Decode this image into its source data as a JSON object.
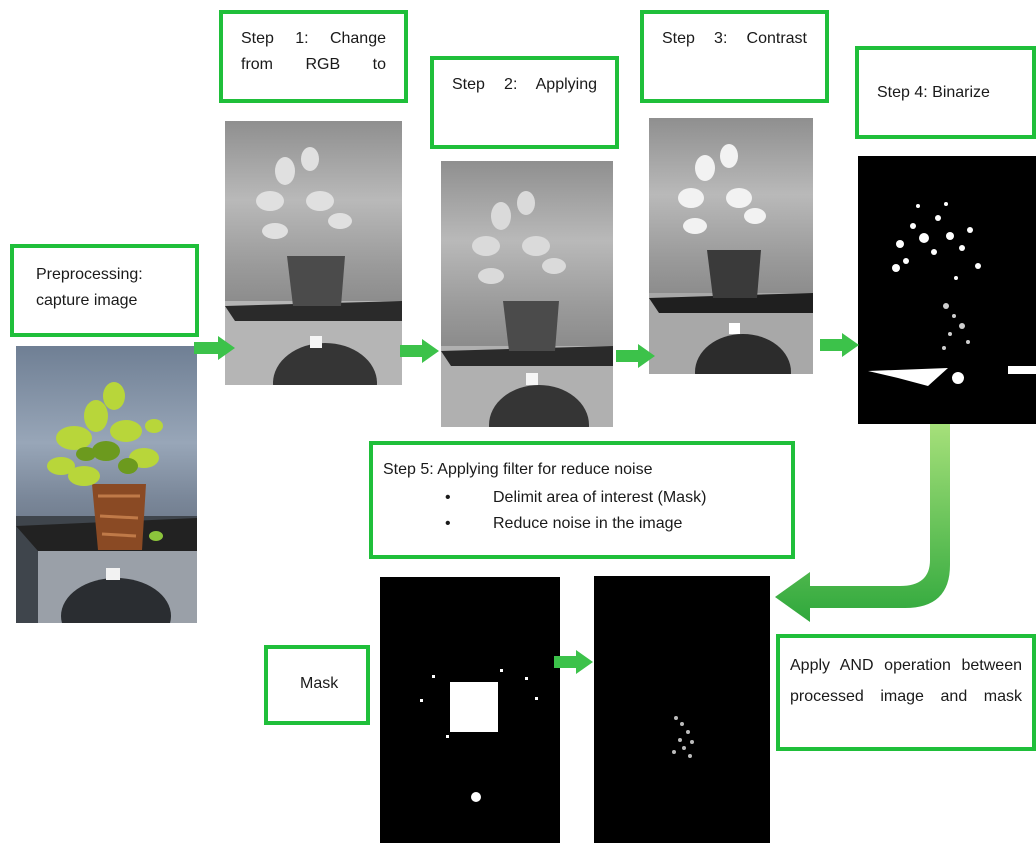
{
  "preprocessing": {
    "label": "Preprocessing: capture image"
  },
  "step1": {
    "label": "Step 1: Change from RGB to"
  },
  "step2": {
    "label": "Step 2: Applying"
  },
  "step3": {
    "label": "Step 3: Contrast"
  },
  "step4": {
    "label": "Step 4: Binarize"
  },
  "step5": {
    "title": "Step 5: Applying filter for reduce noise",
    "items": [
      "Delimit area of interest (Mask)",
      "Reduce noise in the image"
    ]
  },
  "mask": {
    "label": "Mask"
  },
  "and_op": {
    "label": "Apply AND operation between processed image and mask"
  },
  "colors": {
    "accent": "#1fbf3a",
    "arrow": "#3cc24a"
  }
}
